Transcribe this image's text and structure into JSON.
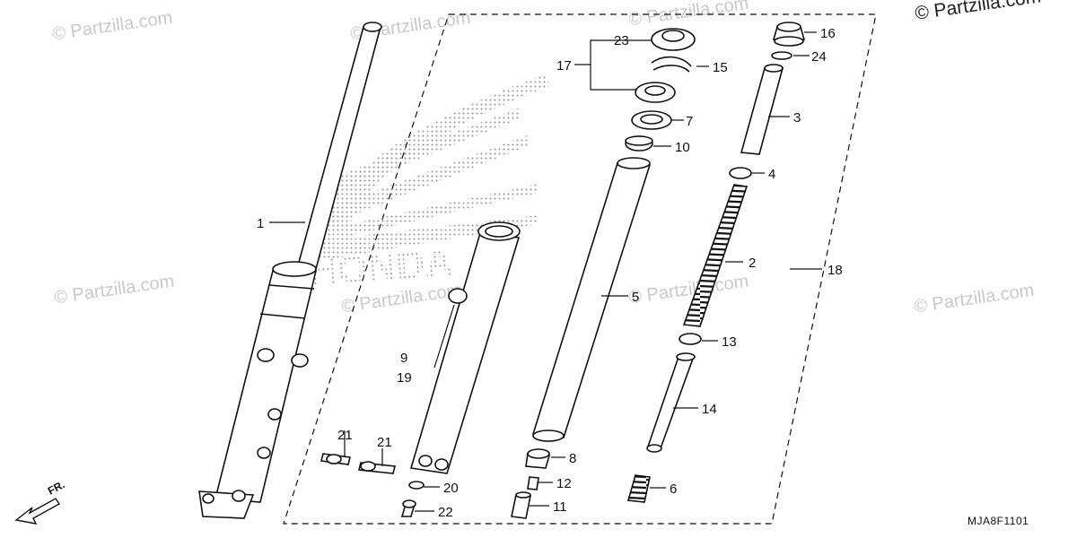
{
  "watermark": {
    "text": "© Partzilla.com"
  },
  "copyright": "© Partzilla.com",
  "diagram_code": "MJA8F1101",
  "direction_label": "FR.",
  "brand_text": "HONDA",
  "callouts": {
    "c1": "1",
    "c2": "2",
    "c3": "3",
    "c4": "4",
    "c5": "5",
    "c6": "6",
    "c7": "7",
    "c8": "8",
    "c9": "9",
    "c10": "10",
    "c11": "11",
    "c12": "12",
    "c13": "13",
    "c14": "14",
    "c15": "15",
    "c16": "16",
    "c17": "17",
    "c18": "18",
    "c19": "19",
    "c20": "20",
    "c21a": "21",
    "c21b": "21",
    "c22": "22",
    "c23": "23",
    "c24": "24"
  },
  "colors": {
    "line": "#111111",
    "watermark": "#c9c9c9",
    "logo_dots": "#8a8a8a"
  }
}
